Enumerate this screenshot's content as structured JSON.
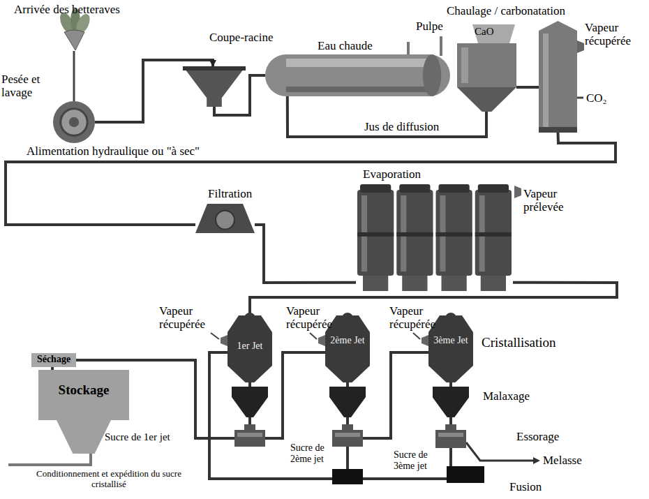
{
  "diagram": {
    "nodes": [
      {
        "text": [
          "Pesée et lavage"
        ]
      },
      {
        "text": [
          "Coupe-racine"
        ]
      },
      {
        "text": [
          "Eau chaude"
        ]
      },
      {
        "text": [
          "Chaulage / carbonatation",
          "CaO"
        ]
      },
      {
        "text": [
          "Vapeur récupérée"
        ]
      },
      {
        "text": [
          "Evaporation",
          "Vapeur prélevée"
        ]
      },
      {
        "text": [
          "Filtration"
        ]
      },
      {
        "text": [
          "1er Jet"
        ]
      },
      {
        "text": [
          "2ème Jet"
        ]
      },
      {
        "text": [
          "3ème Jet",
          "Cristallisation"
        ]
      },
      {
        "text": [
          "Malaxage"
        ]
      },
      {
        "text": [
          "Essorage"
        ]
      },
      {
        "text": [
          "Fusion"
        ]
      },
      {
        "text": [
          "Séchage"
        ]
      },
      {
        "text": [
          "Stockage"
        ]
      }
    ],
    "edges": [
      {
        "from": 0,
        "to": 1,
        "arrow": "to"
      },
      {
        "from": 1,
        "to": 2,
        "arrow": "none"
      },
      {
        "from": 2,
        "to": 3,
        "label": "Jus de diffusion",
        "arrow": "none"
      },
      {
        "from": 3,
        "to": 4,
        "arrow": "none"
      },
      {
        "from": 4,
        "to": 6,
        "arrow": "none"
      },
      {
        "from": 6,
        "to": 5,
        "arrow": "none"
      },
      {
        "from": 5,
        "to": 7,
        "arrow": "none"
      },
      {
        "from": 7,
        "to": 8,
        "arrow": "none"
      },
      {
        "from": 8,
        "to": 9,
        "arrow": "none"
      },
      {
        "from": 9,
        "to": 10,
        "arrow": "none"
      },
      {
        "from": 10,
        "to": 11,
        "arrow": "none"
      },
      {
        "from": 11,
        "to": 12,
        "arrow": "none"
      },
      {
        "from": 12,
        "to": 7,
        "arrow": "none"
      },
      {
        "from": 7,
        "to": 13,
        "arrow": "none"
      },
      {
        "from": 13,
        "to": 14,
        "arrow": "none"
      }
    ],
    "labels": [
      "Arrivée des betteraves",
      "Alimentation hydraulique ou \"à sec\"",
      "Pulpe",
      "CO₂",
      "Vapeur récupérée",
      "Vapeur récupérée",
      "Vapeur récupérée",
      "Sucre de 2ème jet",
      "Sucre de 3ème jet",
      "Sucre de 1er jet",
      "Melasse",
      "Conditionnement et expédition du sucre cristallisé"
    ]
  }
}
